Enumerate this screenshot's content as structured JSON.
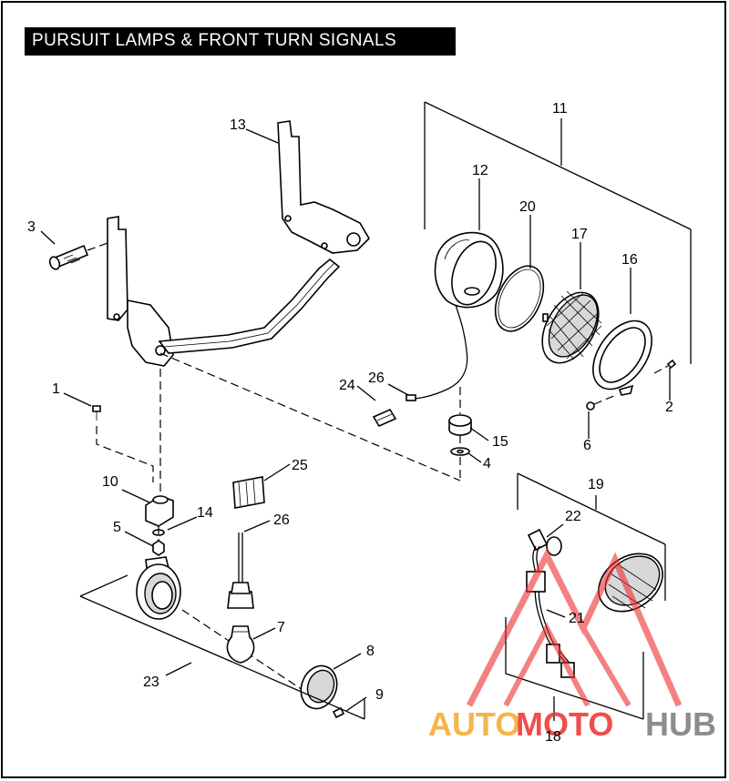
{
  "title": "PURSUIT LAMPS & FRONT TURN SIGNALS",
  "callouts": {
    "c1": "1",
    "c2": "2",
    "c3": "3",
    "c4": "4",
    "c5": "5",
    "c6": "6",
    "c7": "7",
    "c8": "8",
    "c9": "9",
    "c10": "10",
    "c11": "11",
    "c12": "12",
    "c13": "13",
    "c14": "14",
    "c15": "15",
    "c16": "16",
    "c17": "17",
    "c18": "18",
    "c19": "19",
    "c20": "20",
    "c21": "21",
    "c22": "22",
    "c23": "23",
    "c24": "24",
    "c25": "25",
    "c26a": "26",
    "c26b": "26"
  },
  "watermark": {
    "part1": "AUTO",
    "part2": "MOTO",
    "part3": "HUB",
    "color_orange": "#f3a92c",
    "color_red": "#ee2f2f",
    "color_gray": "#7a7a7a"
  }
}
